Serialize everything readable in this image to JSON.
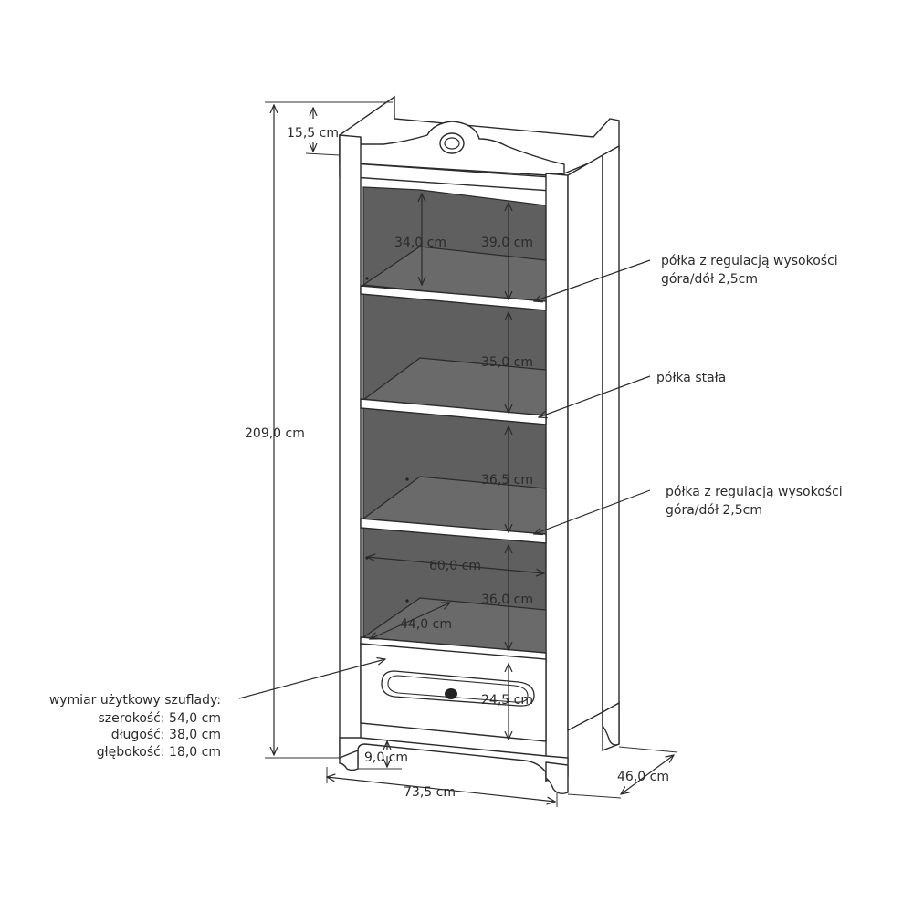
{
  "dimensions": {
    "top_height": "15,5 cm",
    "total_height": "209,0 cm",
    "shelf_inner_left": "34,0 cm",
    "shelf_gap_1": "39,0 cm",
    "shelf_gap_2": "35,0 cm",
    "shelf_gap_3": "36,5 cm",
    "inner_width": "60,0 cm",
    "shelf_gap_4": "36,0 cm",
    "inner_depth": "44,0 cm",
    "drawer_height": "24,5 cm",
    "leg_height": "9,0 cm",
    "total_width": "73,5 cm",
    "total_depth": "46,0 cm"
  },
  "callouts": {
    "adjustable_shelf_top_line1": "półka z regulacją wysokości",
    "adjustable_shelf_top_line2": "góra/dół 2,5cm",
    "fixed_shelf": "półka stała",
    "adjustable_shelf_bottom_line1": "półka z regulacją wysokości",
    "adjustable_shelf_bottom_line2": "góra/dół 2,5cm"
  },
  "drawer_info": {
    "title": "wymiar użytkowy szuflady:",
    "width": "szerokość: 54,0 cm",
    "length": "długość: 38,0 cm",
    "depth": "głębokość: 18,0 cm"
  }
}
